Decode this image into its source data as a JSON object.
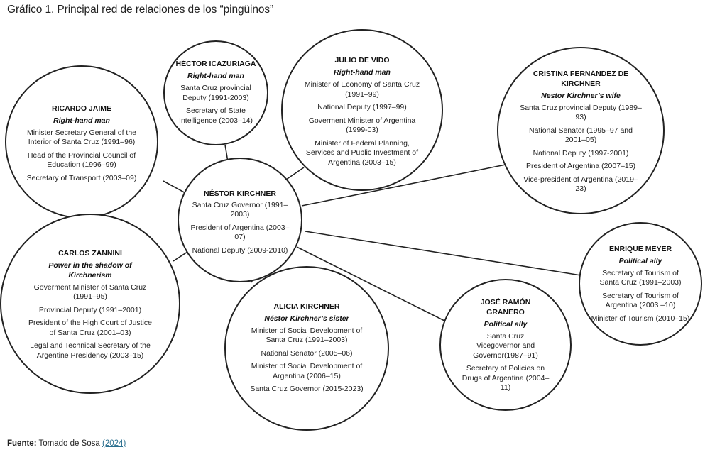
{
  "figure": {
    "title": "Gráfico 1. Principal red de relaciones de los “pingüinos”"
  },
  "nodes": {
    "kirchner": {
      "name": "NÉSTOR KIRCHNER",
      "positions": [
        "Santa Cruz Governor (1991–2003)",
        "President of Argentina (2003–07)",
        "National Deputy (2009-2010)"
      ]
    },
    "icazuriaga": {
      "name": "HÉCTOR ICAZURIAGA",
      "role": "Right-hand man",
      "positions": [
        "Santa Cruz provincial Deputy (1991-2003)",
        "Secretary of State Intelligence (2003–14)"
      ]
    },
    "devido": {
      "name": "JULIO DE VIDO",
      "role": "Right-hand man",
      "positions": [
        "Minister of Economy of Santa Cruz (1991–99)",
        "National Deputy (1997–99)",
        "Goverment Minister of Argentina (1999-03)",
        "Minister of Federal Planning, Services and Public Investment of Argentina (2003–15)"
      ]
    },
    "jaime": {
      "name": "RICARDO JAIME",
      "role": "Right-hand man",
      "positions": [
        "Minister Secretary General of the Interior of Santa Cruz (1991–96)",
        "Head of the Provincial Council of Education (1996–99)",
        "Secretary of Transport (2003–09)"
      ]
    },
    "cristina": {
      "name": "CRISTINA FERNÁNDEZ DE KIRCHNER",
      "role": "Nestor Kirchner’s wife",
      "positions": [
        "Santa Cruz provincial Deputy (1989–93)",
        "National Senator (1995–97 and 2001–05)",
        "National Deputy (1997-2001)",
        "President of Argentina (2007–15)",
        "Vice-president of Argentina (2019–23)"
      ]
    },
    "zannini": {
      "name": "CARLOS ZANNINI",
      "role": "Power in the shadow of Kirchnerism",
      "positions": [
        "Goverment Minister of Santa Cruz (1991–95)",
        "Provincial Deputy (1991–2001)",
        "President of the High Court of Justice of Santa Cruz (2001–03)",
        "Legal and Technical Secretary of the  Argentine Presidency (2003–15)"
      ]
    },
    "alicia": {
      "name": "ALICIA KIRCHNER",
      "role": "Néstor Kirchner’s sister",
      "positions": [
        "Minister of Social Development of Santa Cruz (1991–2003)",
        "National Senator (2005–06)",
        "Minister of Social Development of Argentina (2006–15)",
        "Santa Cruz Governor (2015-2023)"
      ]
    },
    "granero": {
      "name": "JOSÉ RAMÓN GRANERO",
      "role": "Political ally",
      "positions": [
        "Santa Cruz Vicegovernor and Governor(1987–91)",
        "Secretary of Policies on Drugs of Argentina (2004–11)"
      ]
    },
    "meyer": {
      "name": "ENRIQUE MEYER",
      "role": "Political ally",
      "positions": [
        "Secretary of Tourism of Santa Cruz (1991–2003)",
        "Secretary of Tourism of Argentina (2003 –10)",
        "Minister of Tourism (2010–15)"
      ]
    }
  },
  "footer": {
    "label": "Fuente:",
    "text": " Tomado de Sosa ",
    "link": "(2024)"
  }
}
